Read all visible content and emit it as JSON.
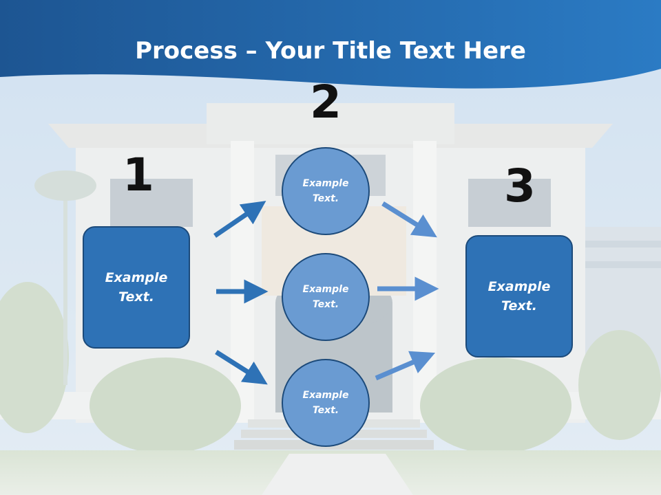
{
  "title": {
    "bold": "Process",
    "rest": " – Your Title Text Here"
  },
  "steps": [
    {
      "number": "1",
      "text": "Example Text."
    },
    {
      "number": "2",
      "circles": [
        "Example Text.",
        "Example Text.",
        "Example Text."
      ]
    },
    {
      "number": "3",
      "text": "Example Text."
    }
  ],
  "colors": {
    "header": "#1f5d9c",
    "box": "#2e72b6",
    "circle": "#6a9bd2",
    "arrow_left": "#2e72b6",
    "arrow_right": "#5a8fd0"
  }
}
